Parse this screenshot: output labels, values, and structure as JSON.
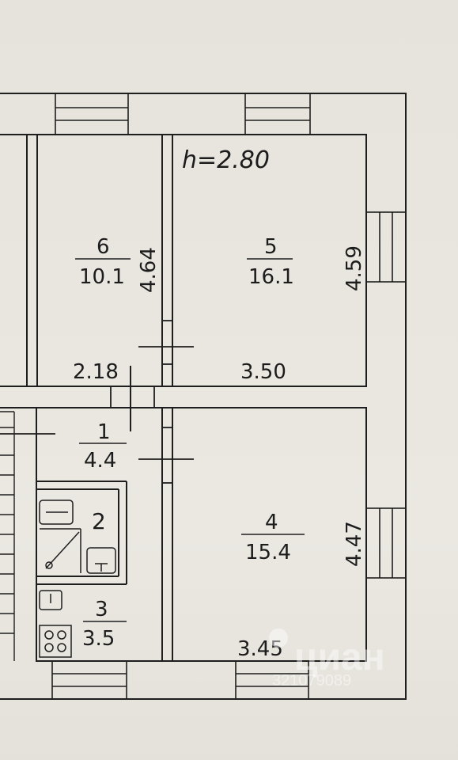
{
  "plan": {
    "ceiling_height": "h=2.80",
    "rooms": [
      {
        "number": "6",
        "area": "10.1"
      },
      {
        "number": "5",
        "area": "16.1"
      },
      {
        "number": "1",
        "area": "4.4"
      },
      {
        "number": "2",
        "area": ""
      },
      {
        "number": "4",
        "area": "15.4"
      },
      {
        "number": "3",
        "area": "3.5"
      }
    ],
    "dimensions": [
      "4.64",
      "4.59",
      "2.18",
      "3.50",
      "4.47",
      "3.45"
    ]
  },
  "watermark": {
    "brand": "циан",
    "id": "321079089"
  },
  "colors": {
    "paper": "#e8e5de",
    "ink": "#1e1e1e"
  }
}
